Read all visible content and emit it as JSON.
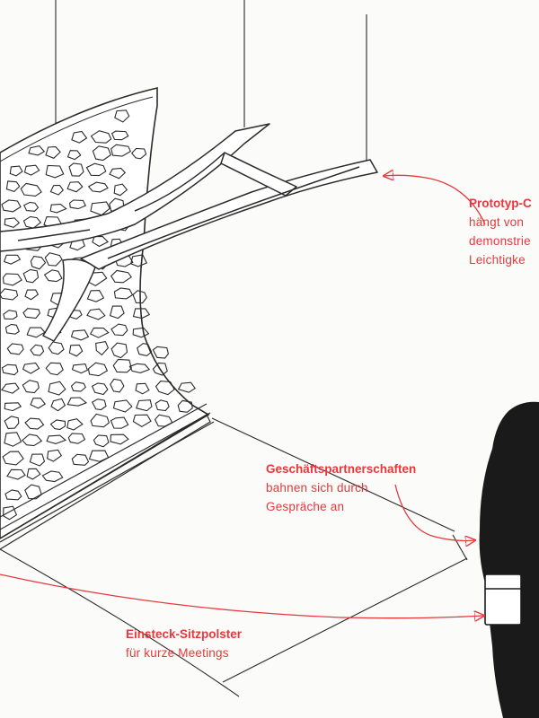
{
  "colors": {
    "accent": "#e7383c",
    "ink": "#2b2b2b",
    "silhouette": "#1a1a1a"
  },
  "annotations": {
    "prototyp": {
      "title": "Prototyp-C",
      "lines": [
        "hängt von",
        "demonstrie",
        "Leichtigke"
      ]
    },
    "partner": {
      "title": "Geschäftspartnerschaften",
      "lines": [
        "bahnen sich durch",
        "Gespräche an"
      ]
    },
    "sitz": {
      "title": "Einsteck-Sitzpolster",
      "lines": [
        "für kurze Meetings"
      ]
    }
  }
}
